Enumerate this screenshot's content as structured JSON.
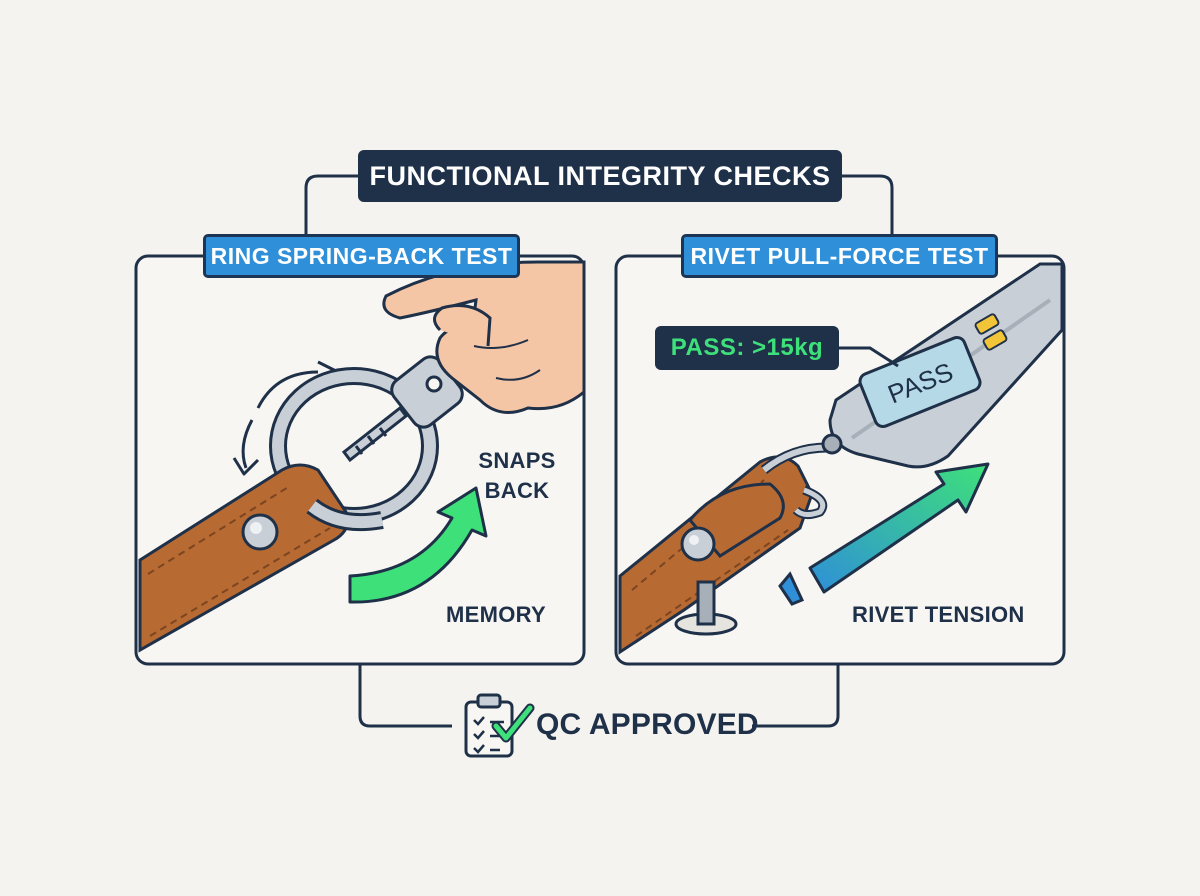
{
  "title": "FUNCTIONAL INTEGRITY CHECKS",
  "panels": {
    "left": {
      "tag": "RING SPRING-BACK TEST",
      "note_line1": "SNAPS",
      "note_line2": "BACK",
      "caption": "MEMORY"
    },
    "right": {
      "tag": "RIVET PULL-FORCE TEST",
      "result": "PASS: >15kg",
      "display": "PASS",
      "caption": "RIVET TENSION"
    }
  },
  "footer": {
    "label": "QC APPROVED",
    "icon": "clipboard-check-icon"
  },
  "colors": {
    "navy": "#1f3049",
    "blue": "#2f8fd8",
    "green": "#3ee07a",
    "leather": "#b86a33"
  }
}
